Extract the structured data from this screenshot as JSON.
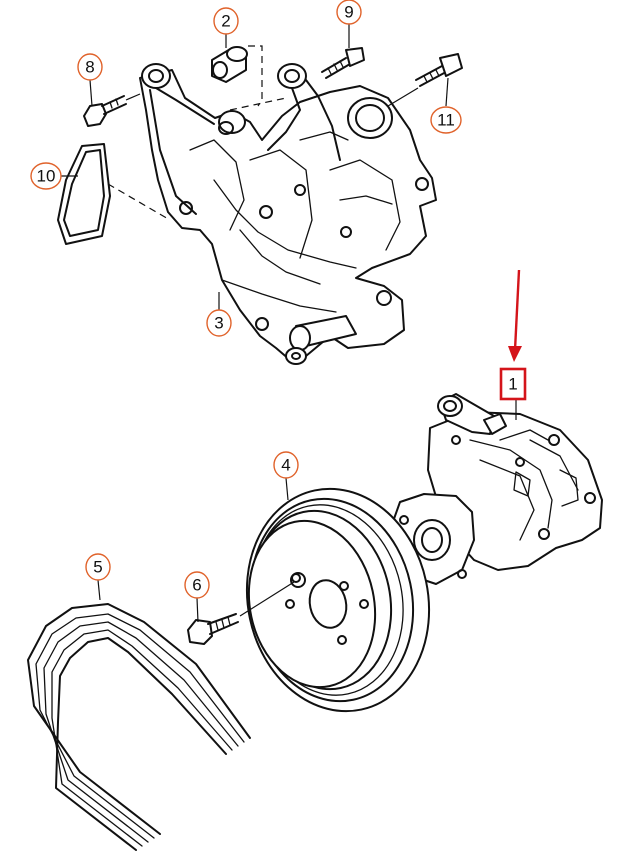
{
  "callouts": [
    {
      "id": "c1",
      "label": "1"
    },
    {
      "id": "c2",
      "label": "2"
    },
    {
      "id": "c3",
      "label": "3"
    },
    {
      "id": "c4",
      "label": "4"
    },
    {
      "id": "c5",
      "label": "5"
    },
    {
      "id": "c6",
      "label": "6"
    },
    {
      "id": "c8",
      "label": "8"
    },
    {
      "id": "c9",
      "label": "9"
    },
    {
      "id": "c10",
      "label": "10"
    },
    {
      "id": "c11",
      "label": "11"
    }
  ],
  "colors": {
    "callout_ring": "#e0622a",
    "highlight": "#d4141a",
    "line": "#111111"
  }
}
